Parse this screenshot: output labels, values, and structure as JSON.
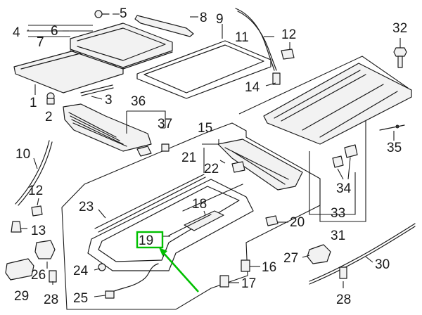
{
  "colors": {
    "line": "#1a1a1a",
    "highlight": "#00c000"
  },
  "highlighted_part": "19",
  "callouts": {
    "c1": "1",
    "c2": "2",
    "c3": "3",
    "c4": "4",
    "c5": "5",
    "c6": "6",
    "c7": "7",
    "c8": "8",
    "c9": "9",
    "c10": "10",
    "c11": "11",
    "c12a": "12",
    "c12b": "12",
    "c13": "13",
    "c14": "14",
    "c15": "15",
    "c16": "16",
    "c17": "17",
    "c18": "18",
    "c19": "19",
    "c20": "20",
    "c21": "21",
    "c22": "22",
    "c23": "23",
    "c24": "24",
    "c25": "25",
    "c26": "26",
    "c27": "27",
    "c28a": "28",
    "c28b": "28",
    "c29": "29",
    "c30": "30",
    "c31": "31",
    "c32": "32",
    "c33": "33",
    "c34": "34",
    "c35": "35",
    "c36": "36",
    "c37": "37"
  }
}
